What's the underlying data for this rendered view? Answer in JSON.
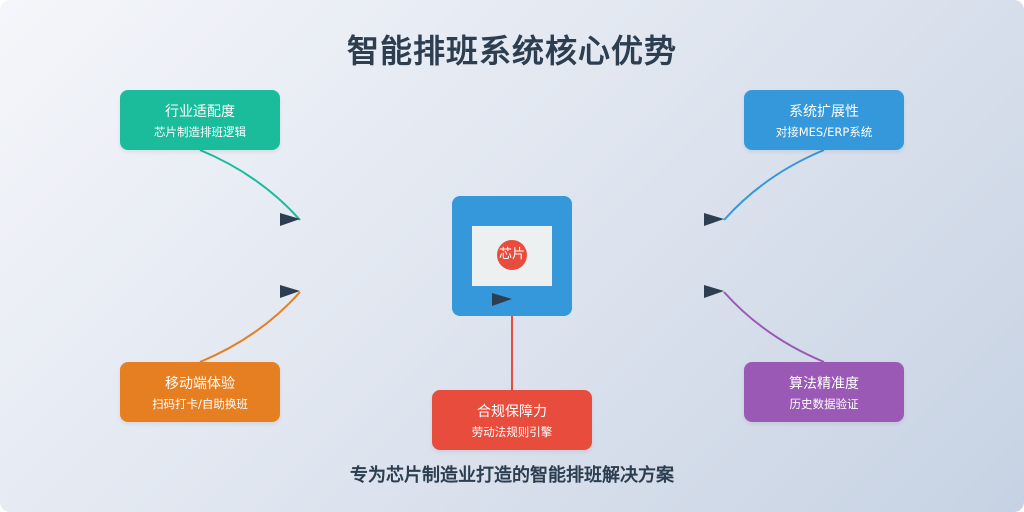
{
  "title": "智能排班系统核心优势",
  "subtitle": "专为芯片制造业打造的智能排班解决方案",
  "center": {
    "chip_label": "芯片",
    "color": "#3498db",
    "chip_color": "#ecf0f1",
    "dot_color": "#e74c3c"
  },
  "features": [
    {
      "title": "行业适配度",
      "subtitle": "芯片制造排班逻辑",
      "color": "#1abc9c"
    },
    {
      "title": "系统扩展性",
      "subtitle": "对接MES/ERP系统",
      "color": "#3498db"
    },
    {
      "title": "移动端体验",
      "subtitle": "扫码打卡/自助换班",
      "color": "#e67e22"
    },
    {
      "title": "合规保障力",
      "subtitle": "劳动法规则引擎",
      "color": "#e74c3c"
    },
    {
      "title": "算法精准度",
      "subtitle": "历史数据验证",
      "color": "#9b59b6"
    }
  ],
  "arrow_color": "#2c3e50"
}
